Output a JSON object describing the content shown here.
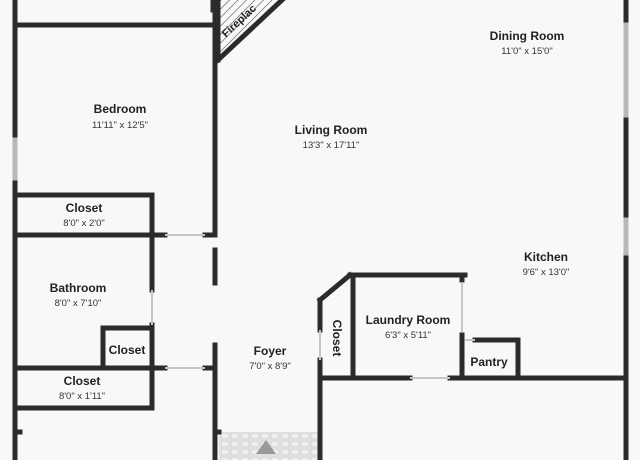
{
  "rooms": {
    "dining": {
      "name": "Dining Room",
      "dims": "11'0\" x 15'0\""
    },
    "bedroom": {
      "name": "Bedroom",
      "dims": "11'11\" x 12'5\""
    },
    "living": {
      "name": "Living Room",
      "dims": "13'3\" x 17'11\""
    },
    "closet1": {
      "name": "Closet",
      "dims": "8'0\" x 2'0\""
    },
    "kitchen": {
      "name": "Kitchen",
      "dims": "9'6\" x 13'0\""
    },
    "bathroom": {
      "name": "Bathroom",
      "dims": "8'0\" x 7'10\""
    },
    "laundry": {
      "name": "Laundry Room",
      "dims": "6'3\" x 5'11\""
    },
    "closet2": {
      "name": "Closet"
    },
    "closet3": {
      "name": "Closet"
    },
    "foyer": {
      "name": "Foyer",
      "dims": "7'0\" x 8'9\""
    },
    "pantry": {
      "name": "Pantry"
    },
    "closet4": {
      "name": "Closet",
      "dims": "8'0\" x 1'11\""
    }
  },
  "fireplace_label": "Fireplac",
  "colors": {
    "wall": "#2b2b2b",
    "floor": "#f8f8f8",
    "window": "#b8b8b8"
  }
}
